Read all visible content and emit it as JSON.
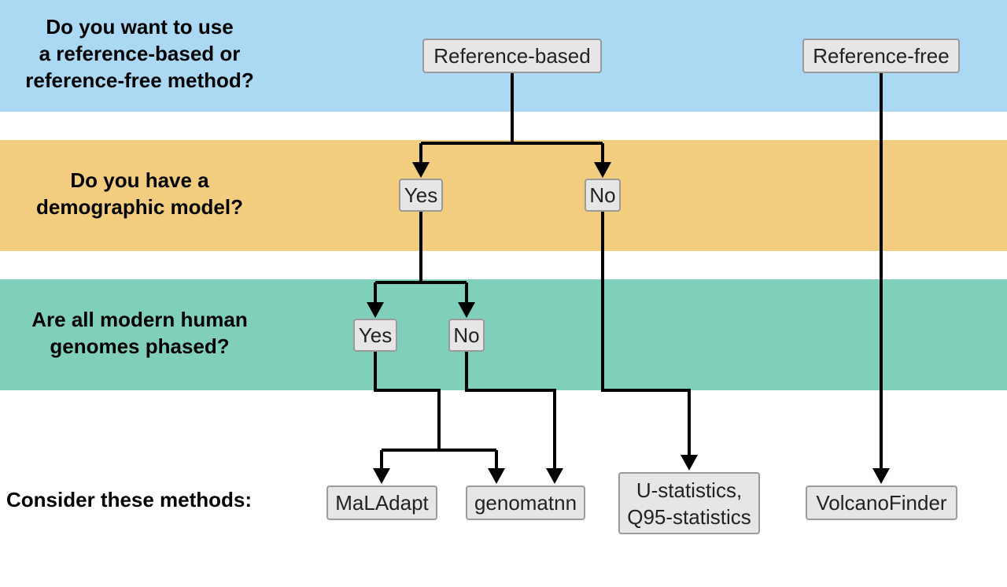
{
  "questions": {
    "q1": "Do you want to use\na reference-based or\nreference-free method?",
    "q2": "Do you have a\ndemographic model?",
    "q3": "Are all modern human\ngenomes phased?",
    "q4": "Consider these methods:"
  },
  "nodes": {
    "reference_based": "Reference-based",
    "reference_free": "Reference-free",
    "demo_yes": "Yes",
    "demo_no": "No",
    "phased_yes": "Yes",
    "phased_no": "No",
    "maladapt": "MaLAdapt",
    "genomatnn": "genomatnn",
    "ustats": "U-statistics,\nQ95-statistics",
    "volcanofinder": "VolcanoFinder"
  },
  "colors": {
    "band_blue": "#abd8f3",
    "band_gold": "#f2cd80",
    "band_teal": "#80cfba",
    "node_fill": "#e6e6e6",
    "node_border": "#9a9a9a",
    "line": "#000000"
  }
}
